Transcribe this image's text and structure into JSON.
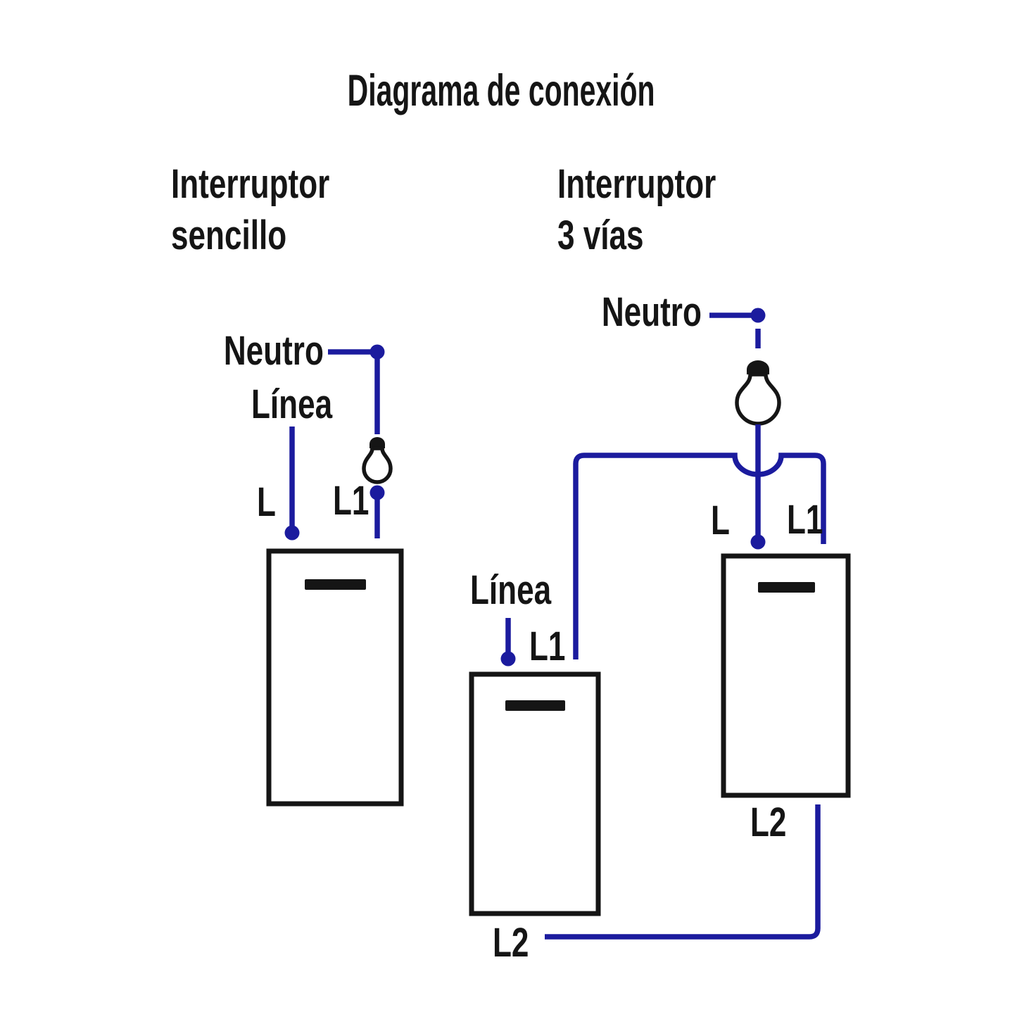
{
  "title": "Diagrama de conexión",
  "colors": {
    "wire": "#1b1b9e",
    "ink": "#151515",
    "background": "#ffffff"
  },
  "icons": {
    "bulb": "light-bulb-icon",
    "junction_dot": "junction-dot-icon",
    "rocker_toggle": "rocker-toggle-icon",
    "wire_hop": "wire-hop-arc"
  },
  "sections": {
    "simple": {
      "heading": [
        "Interruptor",
        "sencillo"
      ],
      "labels": {
        "neutro": "Neutro",
        "linea": "Línea",
        "l": "L",
        "l1": "L1"
      }
    },
    "three_way": {
      "heading": [
        "Interruptor",
        "3 vías"
      ],
      "labels": {
        "neutro": "Neutro",
        "linea": "Línea",
        "l": "L",
        "l1_top": "L1",
        "l1_mid": "L1",
        "l2_mid": "L2",
        "l2_right": "L2"
      }
    }
  }
}
